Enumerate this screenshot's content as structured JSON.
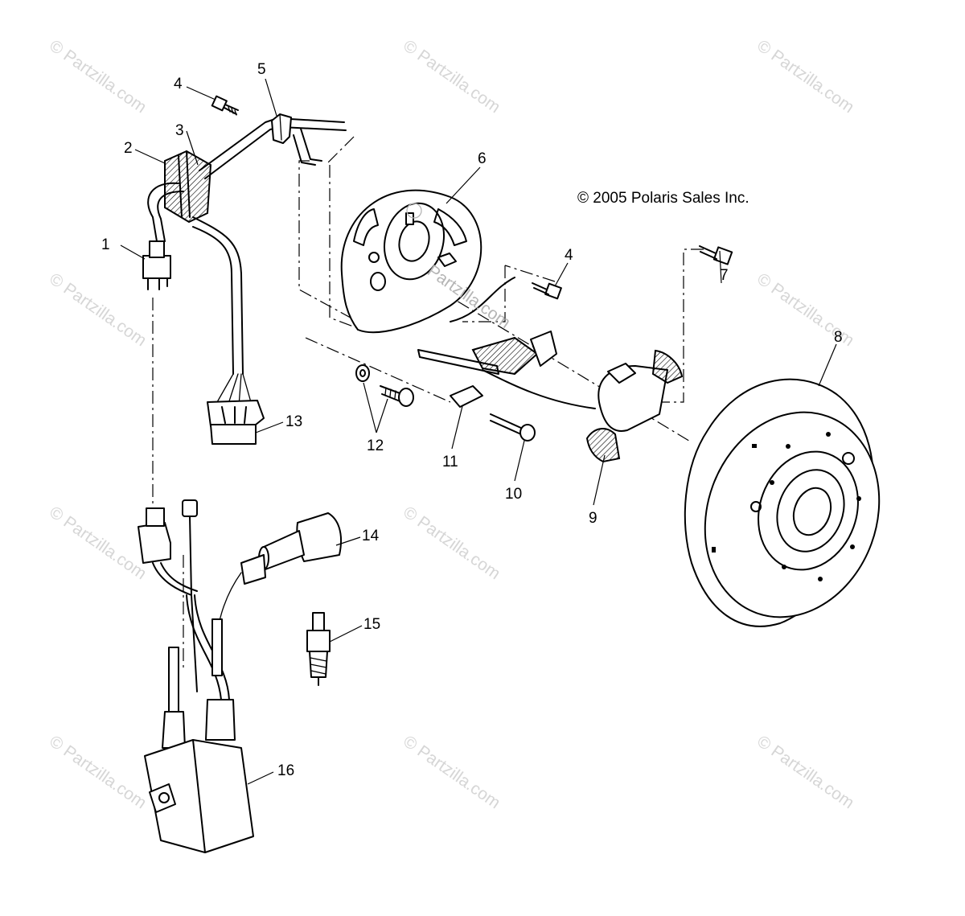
{
  "diagram": {
    "copyright": "© 2005 Polaris Sales Inc.",
    "watermark": "© Partzilla.com",
    "watermark_center": "Partzilla.com",
    "callouts": [
      {
        "id": "c1",
        "label": "1"
      },
      {
        "id": "c2",
        "label": "2"
      },
      {
        "id": "c3",
        "label": "3"
      },
      {
        "id": "c4a",
        "label": "4"
      },
      {
        "id": "c4b",
        "label": "4"
      },
      {
        "id": "c5",
        "label": "5"
      },
      {
        "id": "c6",
        "label": "6"
      },
      {
        "id": "c7",
        "label": "7"
      },
      {
        "id": "c8",
        "label": "8"
      },
      {
        "id": "c9",
        "label": "9"
      },
      {
        "id": "c10",
        "label": "10"
      },
      {
        "id": "c11",
        "label": "11"
      },
      {
        "id": "c12",
        "label": "12"
      },
      {
        "id": "c13",
        "label": "13"
      },
      {
        "id": "c14",
        "label": "14"
      },
      {
        "id": "c15",
        "label": "15"
      },
      {
        "id": "c16",
        "label": "16"
      }
    ]
  }
}
